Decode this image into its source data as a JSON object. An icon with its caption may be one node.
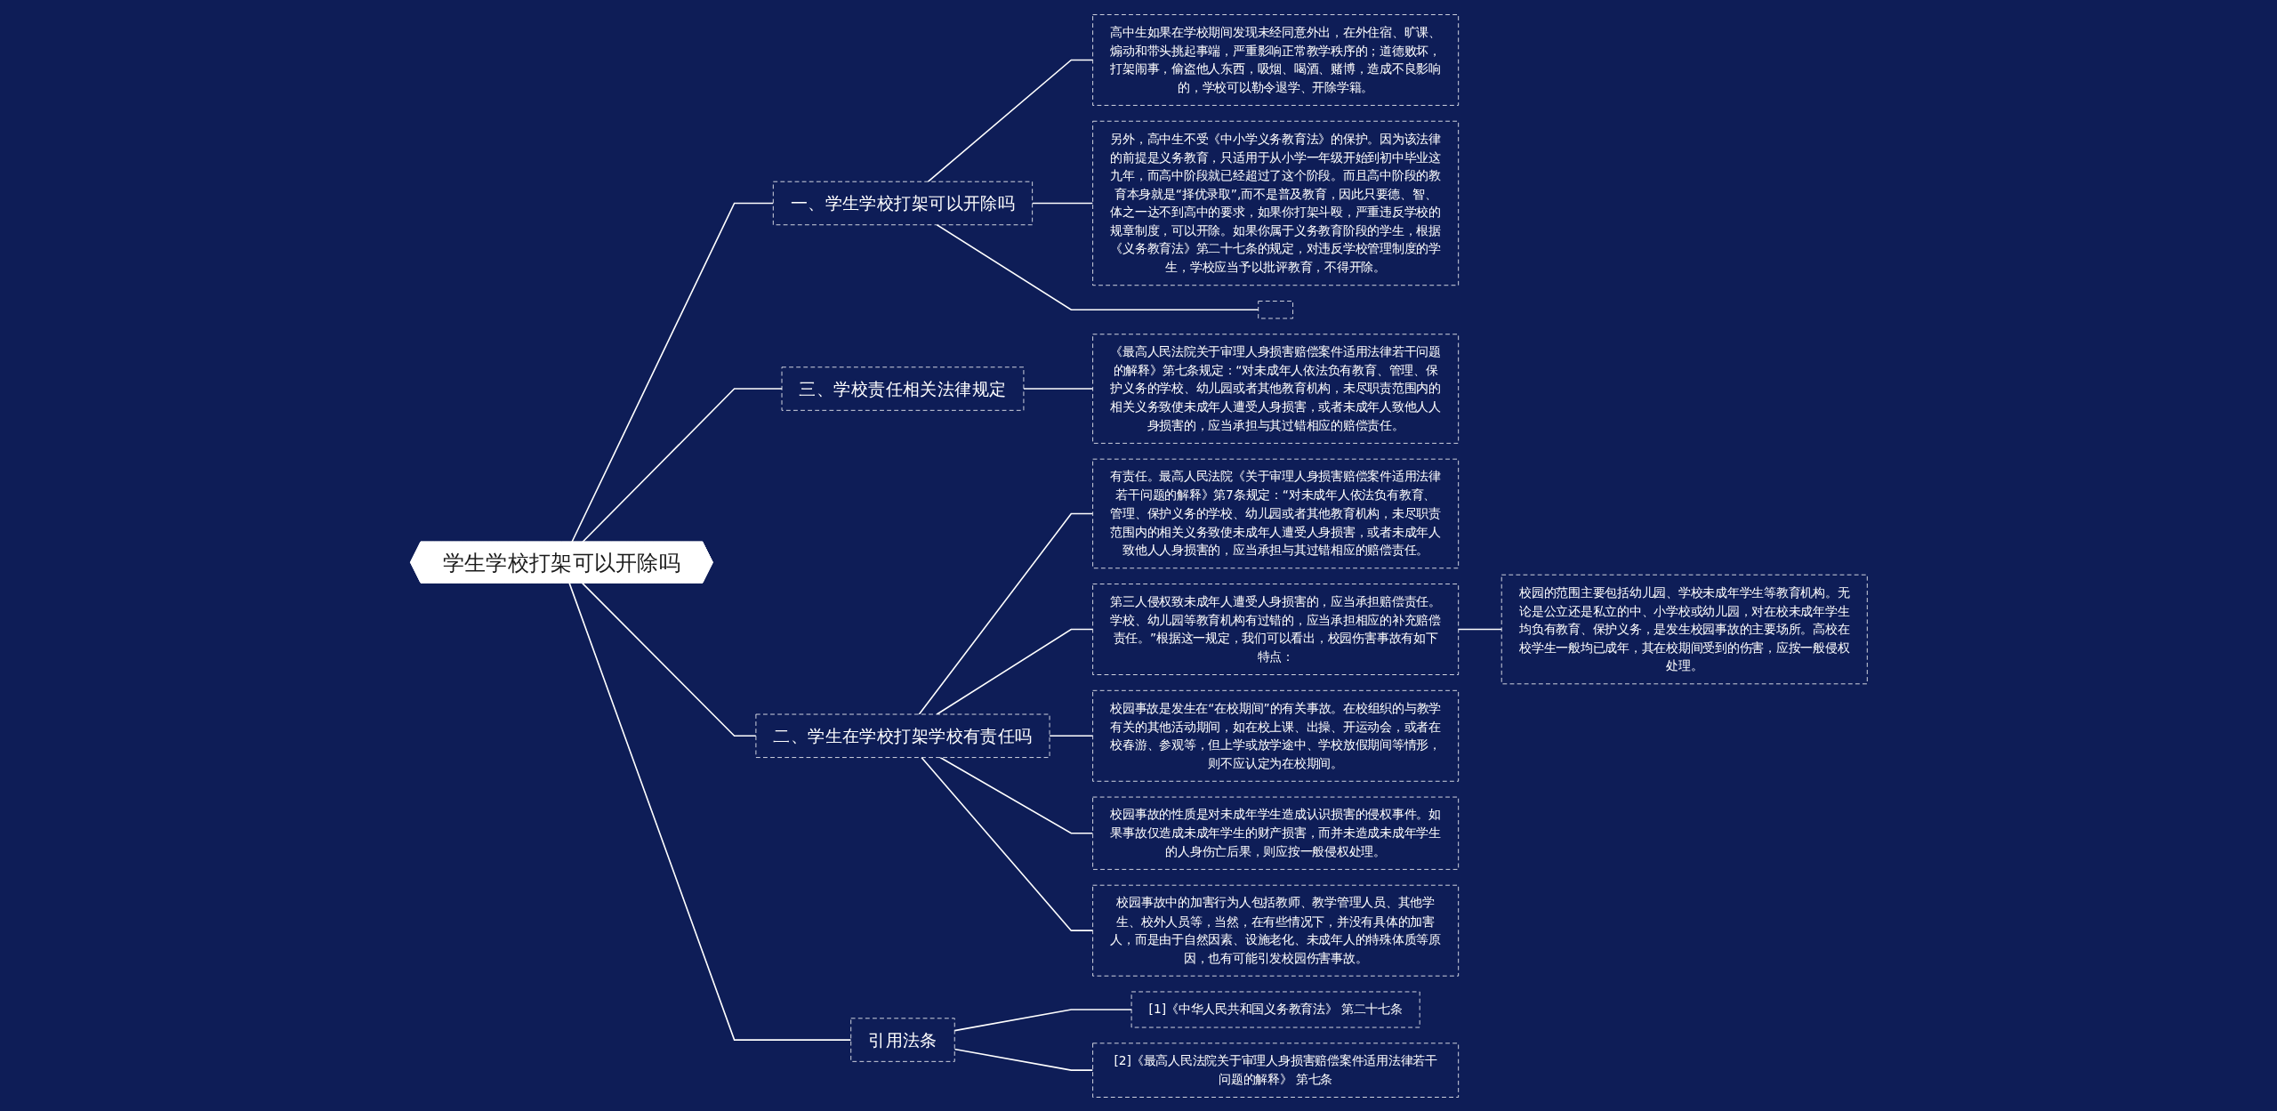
{
  "diagram": {
    "nodes": [
      {
        "text": [
          "学生学校打架可以开除吗"
        ]
      },
      {
        "text": [
          "一、学生学校打架可以开除吗"
        ]
      },
      {
        "text": [
          "高中生如果在学校期间发现未经同意外出，在外住宿、旷课、煽动和带头挑起事端，严重影响正常教学秩序的；道德败坏，打架闹事，偷盗他人东西，吸烟、喝酒、赌博，造成不良影响的，学校可以勒令退学、开除学籍。"
        ]
      },
      {
        "text": [
          "另外，高中生不受《中小学义务教育法》的保护。因为该法律的前提是义务教育，只适用于从小学一年级开始到初中毕业这九年，而高中阶段就已经超过了这个阶段。而且高中阶段的教育本身就是“择优录取”,而不是普及教育，因此只要德、智、体之一达不到高中的要求，如果你打架斗殴，严重违反学校的规章制度，可以开除。如果你属于义务教育阶段的学生，根据《义务教育法》第二十七条的规定，对违反学校管理制度的学生，学校应当予以批评教育，不得开除。"
        ]
      },
      {
        "text": [],
        "shape": "box"
      },
      {
        "text": [
          "三、学校责任相关法律规定"
        ]
      },
      {
        "text": [
          "《最高人民法院关于审理人身损害赔偿案件适用法律若干问题的解释》第七条规定：“对未成年人依法负有教育、管理、保护义务的学校、幼儿园或者其他教育机构，未尽职责范围内的相关义务致使未成年人遭受人身损害，或者未成年人致他人人身损害的，应当承担与其过错相应的赔偿责任。"
        ]
      },
      {
        "text": [
          "二、学生在学校打架学校有责任吗"
        ]
      },
      {
        "text": [
          "有责任。最高人民法院《关于审理人身损害赔偿案件适用法律若干问题的解释》第7条规定：“对未成年人依法负有教育、管理、保护义务的学校、幼儿园或者其他教育机构，未尽职责范围内的相关义务致使未成年人遭受人身损害，或者未成年人致他人人身损害的，应当承担与其过错相应的赔偿责任。"
        ]
      },
      {
        "text": [
          "第三人侵权致未成年人遭受人身损害的，应当承担赔偿责任。学校、幼儿园等教育机构有过错的，应当承担相应的补充赔偿责任。”根据这一规定，我们可以看出，校园伤害事故有如下特点："
        ]
      },
      {
        "text": [
          "校园的范围主要包括幼儿园、学校未成年学生等教育机构。无论是公立还是私立的中、小学校或幼儿园，对在校未成年学生均负有教育、保护义务，是发生校园事故的主要场所。高校在校学生一般均已成年，其在校期间受到的伤害，应按一般侵权处理。"
        ]
      },
      {
        "text": [
          "校园事故是发生在“在校期间”的有关事故。在校组织的与教学有关的其他活动期间，如在校上课、出操、开运动会，或者在校春游、参观等，但上学或放学途中、学校放假期间等情形，则不应认定为在校期间。"
        ]
      },
      {
        "text": [
          "校园事故的性质是对未成年学生造成认识损害的侵权事件。如果事故仅造成未成年学生的财产损害，而并未造成未成年学生的人身伤亡后果，则应按一般侵权处理。"
        ]
      },
      {
        "text": [
          "校园事故中的加害行为人包括教师、教学管理人员、其他学生、校外人员等，当然，在有些情况下，并没有具体的加害人，而是由于自然因素、设施老化、未成年人的特殊体质等原因，也有可能引发校园伤害事故。"
        ]
      },
      {
        "text": [
          "引用法条"
        ]
      },
      {
        "text": [
          "[1]《中华人民共和国义务教育法》 第二十七条"
        ]
      },
      {
        "text": [
          "[2]《最高人民法院关于审理人身损害赔偿案件适用法律若干问题的解释》 第七条"
        ]
      }
    ],
    "edges": [
      {
        "from": 0,
        "to": 1,
        "arrow": "none"
      },
      {
        "from": 1,
        "to": 2,
        "arrow": "none"
      },
      {
        "from": 1,
        "to": 3,
        "arrow": "none"
      },
      {
        "from": 1,
        "to": 4,
        "arrow": "none"
      },
      {
        "from": 0,
        "to": 5,
        "arrow": "none"
      },
      {
        "from": 5,
        "to": 6,
        "arrow": "none"
      },
      {
        "from": 0,
        "to": 7,
        "arrow": "none"
      },
      {
        "from": 7,
        "to": 8,
        "arrow": "none"
      },
      {
        "from": 7,
        "to": 9,
        "arrow": "none"
      },
      {
        "from": 9,
        "to": 10,
        "arrow": "none"
      },
      {
        "from": 7,
        "to": 11,
        "arrow": "none"
      },
      {
        "from": 7,
        "to": 12,
        "arrow": "none"
      },
      {
        "from": 7,
        "to": 13,
        "arrow": "none"
      },
      {
        "from": 0,
        "to": 14,
        "arrow": "none"
      },
      {
        "from": 14,
        "to": 15,
        "arrow": "none"
      },
      {
        "from": 14,
        "to": 16,
        "arrow": "none"
      }
    ]
  }
}
